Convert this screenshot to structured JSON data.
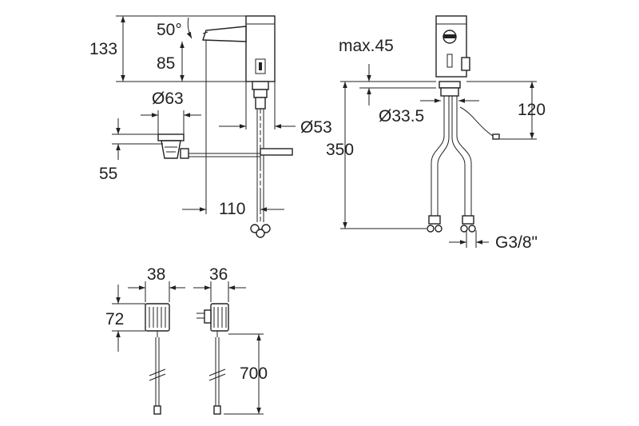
{
  "dimensions": {
    "angle": "50°",
    "height_total": "133",
    "height_spout": "85",
    "drain_dia": "Ø63",
    "drain_depth": "55",
    "body_dia": "Ø53",
    "spout_reach": "110",
    "max_deck": "max.45",
    "hole_dia": "Ø33.5",
    "hose_length": "350",
    "cable_offset": "120",
    "thread": "G3/8\"",
    "adapter_width_1": "38",
    "adapter_width_2": "36",
    "adapter_height": "72",
    "cable_length": "700"
  }
}
